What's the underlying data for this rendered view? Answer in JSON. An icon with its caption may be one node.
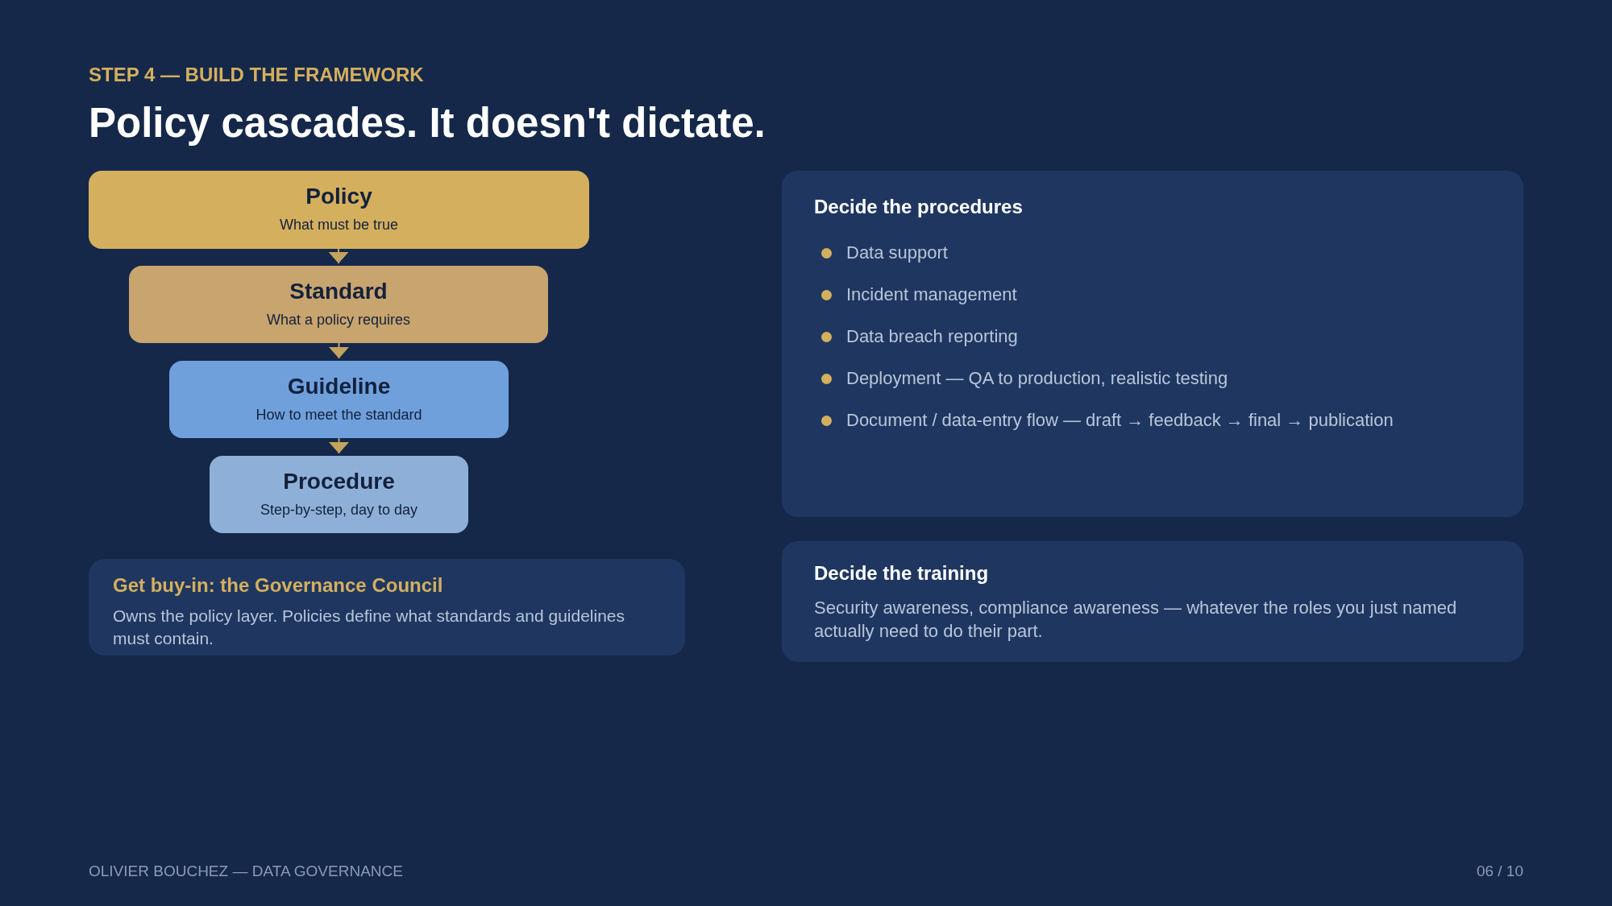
{
  "diagram": {
    "title": "Policy cascades. It doesn't dictate.",
    "nodes": [
      {
        "text": [
          "Policy",
          "What must be true"
        ]
      },
      {
        "text": [
          "Standard",
          "What a policy requires"
        ]
      },
      {
        "text": [
          "Guideline",
          "How to meet the standard"
        ]
      },
      {
        "text": [
          "Procedure",
          "Step-by-step, day to day"
        ]
      },
      {
        "text": [
          "Get buy-in: the Governance Council",
          "Owns the policy layer. Policies define what standards and guidelines must contain."
        ]
      },
      {
        "text": [
          "Decide the procedures",
          "Data support",
          "Incident management",
          "Data breach reporting",
          "Deployment — QA to production, realistic testing",
          "Document / data-entry flow — draft → feedback → final → publication"
        ]
      },
      {
        "text": [
          "Decide the training",
          "Security awareness, compliance awareness — whatever the roles you just named actually need to do their part."
        ]
      }
    ],
    "edges": [
      {
        "from": 0,
        "to": 1,
        "arrow": "to"
      },
      {
        "from": 1,
        "to": 2,
        "arrow": "to"
      },
      {
        "from": 2,
        "to": 3,
        "arrow": "to"
      }
    ],
    "labels": [
      "STEP 4 — BUILD THE FRAMEWORK",
      "OLIVIER BOUCHEZ — DATA GOVERNANCE",
      "06 / 10"
    ]
  }
}
